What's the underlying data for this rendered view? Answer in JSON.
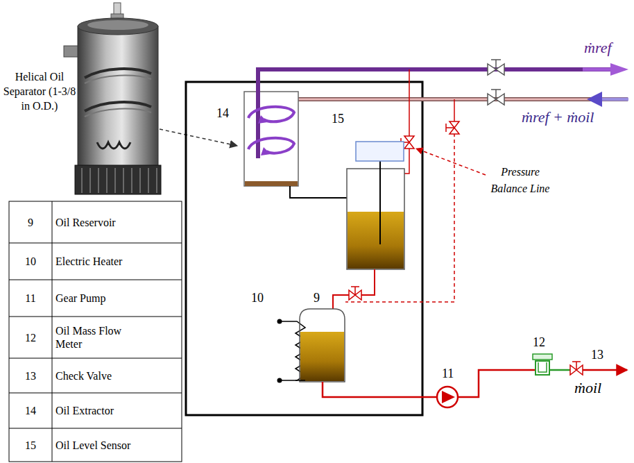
{
  "diagram": {
    "labels": [
      "Helical Oil Separator (1-3/8 in O.D.)",
      "ṁref",
      "14",
      "ṁref + ṁoil",
      "15",
      "Pressure Balance Line",
      "9",
      "Oil Reservoir",
      "10",
      "Electric Heater",
      "11",
      "Gear Pump",
      "12",
      "Oil Mass Flow Meter",
      "13",
      "Check Valve",
      "14",
      "Oil Extractor",
      "15",
      "Oil Level Sensor",
      "10",
      "9",
      "11",
      "12",
      "13",
      "ṁoil"
    ]
  }
}
